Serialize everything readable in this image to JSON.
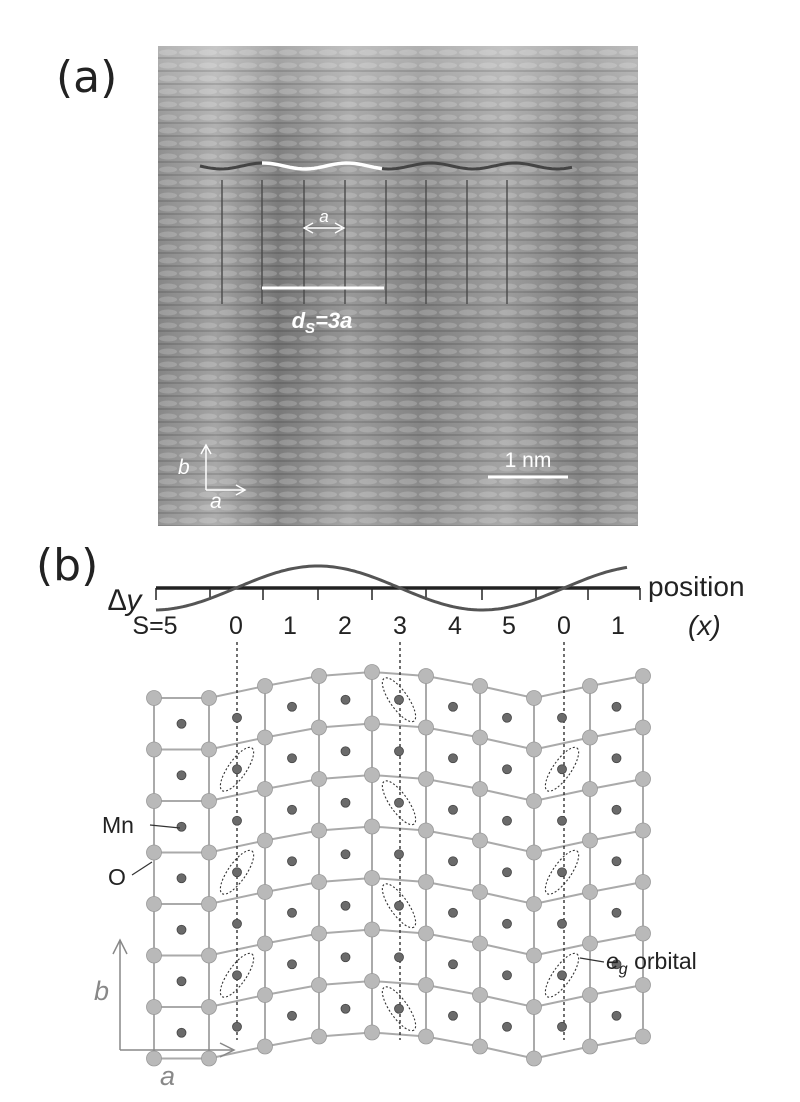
{
  "panel_a": {
    "label": "(a)",
    "lattice_label": "a",
    "period_label": "d",
    "period_sub": "S",
    "period_rest": "=3a",
    "scale_bar": "1 nm",
    "axis_b": "b",
    "axis_a": "a"
  },
  "panel_b": {
    "label": "(b)",
    "delta_y": "∆y",
    "position_label": "position",
    "x_label": "(x)",
    "s_labels": [
      "S=5",
      "0",
      "1",
      "2",
      "3",
      "4",
      "5",
      "0",
      "1"
    ],
    "mn_label": "Mn",
    "o_label": "O",
    "eg_e": "e",
    "eg_sub": "g",
    "eg_rest": " orbital",
    "axis_b": "b",
    "axis_a": "a"
  },
  "colors": {
    "image_gray": "#9a9a9a",
    "lattice_bond": "#aaaaaa",
    "atom": "#b8b8b8",
    "mn_atom": "#666666",
    "wave": "#555555",
    "axis_arrow": "#888888"
  }
}
